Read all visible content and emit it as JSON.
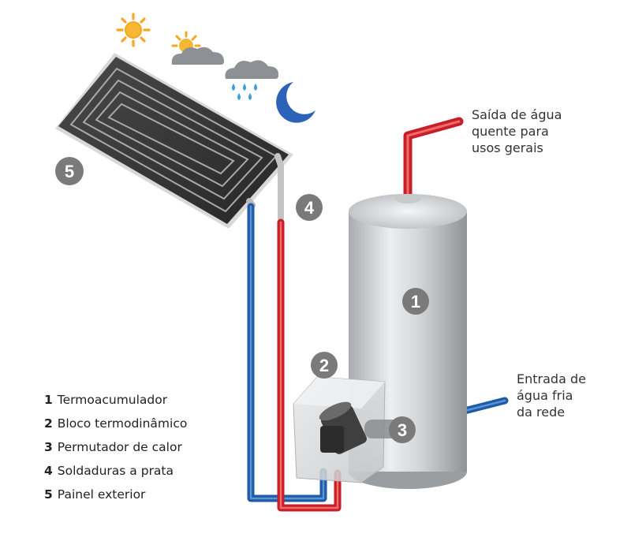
{
  "labels": {
    "hot_outlet": [
      "Saída de água",
      "quente para",
      "usos gerais"
    ],
    "cold_inlet": [
      "Entrada de",
      "água fria",
      "da rede"
    ]
  },
  "markers": [
    "1",
    "2",
    "3",
    "4",
    "5"
  ],
  "legend": [
    {
      "num": "1",
      "text": "Termoacumulador"
    },
    {
      "num": "2",
      "text": "Bloco termodinâmico"
    },
    {
      "num": "3",
      "text": "Permutador de calor"
    },
    {
      "num": "4",
      "text": "Soldaduras a prata"
    },
    {
      "num": "5",
      "text": "Painel exterior"
    }
  ],
  "colors": {
    "hot_pipe": "#d7262e",
    "cold_pipe": "#1f5aa6",
    "marker_fill": "#7a7a7a",
    "tank": "#cfd2d4",
    "panel": "#3a3a3a",
    "sun": "#f5a623",
    "cloud": "#8d9196",
    "moon": "#2b63b8",
    "rain": "#3aa0d8"
  },
  "icons": [
    "sun-icon",
    "sun-cloud-icon",
    "rain-cloud-icon",
    "moon-icon"
  ]
}
